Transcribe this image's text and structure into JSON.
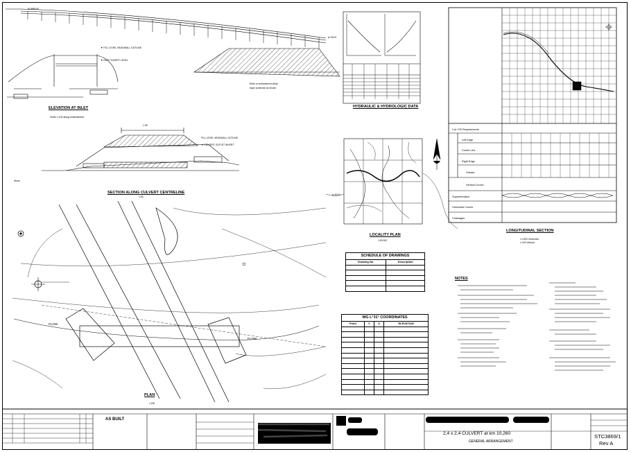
{
  "titles": {
    "elevation": "ELEVATION AT INLET",
    "section": "SECTION ALONG CULVERT CENTRELINE",
    "plan": "PLAN",
    "hydraulic": "HYDRAULIC & HYDROLOGIC DATA",
    "locality": "LOCALITY PLAN",
    "longitudinal": "LONGITUDINAL SECTION"
  },
  "plan_labels": {
    "flow_left": "FLOW",
    "flow_right": "FLOW"
  },
  "schedule": {
    "title": "SCHEDULE OF DRAWINGS",
    "headers": [
      "Drawing No.",
      "Description"
    ]
  },
  "coords": {
    "title": "WG L°31° COORDINATES",
    "headers": [
      "Point",
      "Y",
      "X",
      "ELEVATION"
    ]
  },
  "notes": {
    "title": "NOTES"
  },
  "title_block": {
    "status": "AS BUILT",
    "project": "2,4 x 2,4 CULVERT at km 10,260",
    "subtitle": "GENERAL ARRANGEMENT",
    "drawing_no": "STC3869/1",
    "revision": "Rev A"
  },
  "icons": [
    "north-arrow-icon",
    "north-arrow-icon",
    "north-arrow-icon",
    "target-icon"
  ]
}
